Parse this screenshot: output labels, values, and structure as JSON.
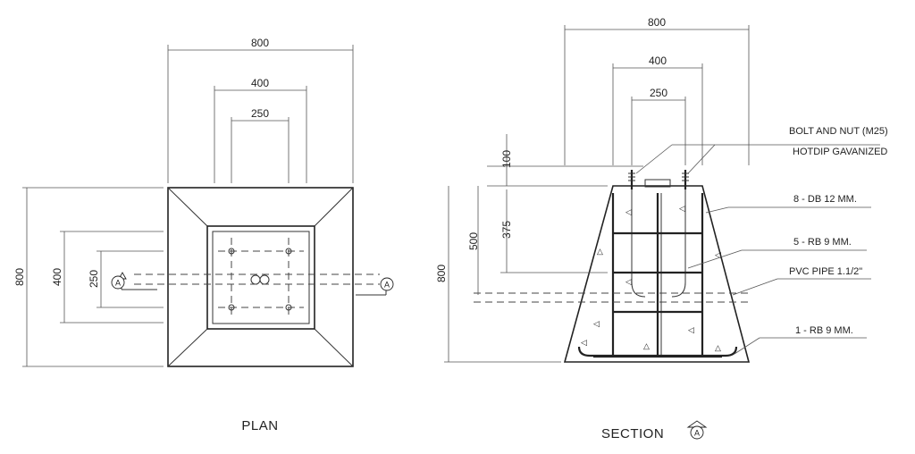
{
  "plan": {
    "title": "PLAN",
    "dims": {
      "d800": "800",
      "d400": "400",
      "d250": "250"
    },
    "section_marker": "A"
  },
  "section": {
    "title": "SECTION",
    "marker": "A",
    "dims": {
      "d800": "800",
      "d400": "400",
      "d250": "250",
      "d100": "100",
      "d375": "375",
      "d500": "500",
      "d800v": "800"
    },
    "notes": {
      "bolt": "BOLT AND NUT (M25)",
      "galv": "HOTDIP GAVANIZED",
      "db12": "8 - DB 12 MM.",
      "rb9a": "5 - RB 9 MM.",
      "pipe": "PVC PIPE 1.1/2\"",
      "rb9b": "1 - RB 9 MM."
    }
  }
}
